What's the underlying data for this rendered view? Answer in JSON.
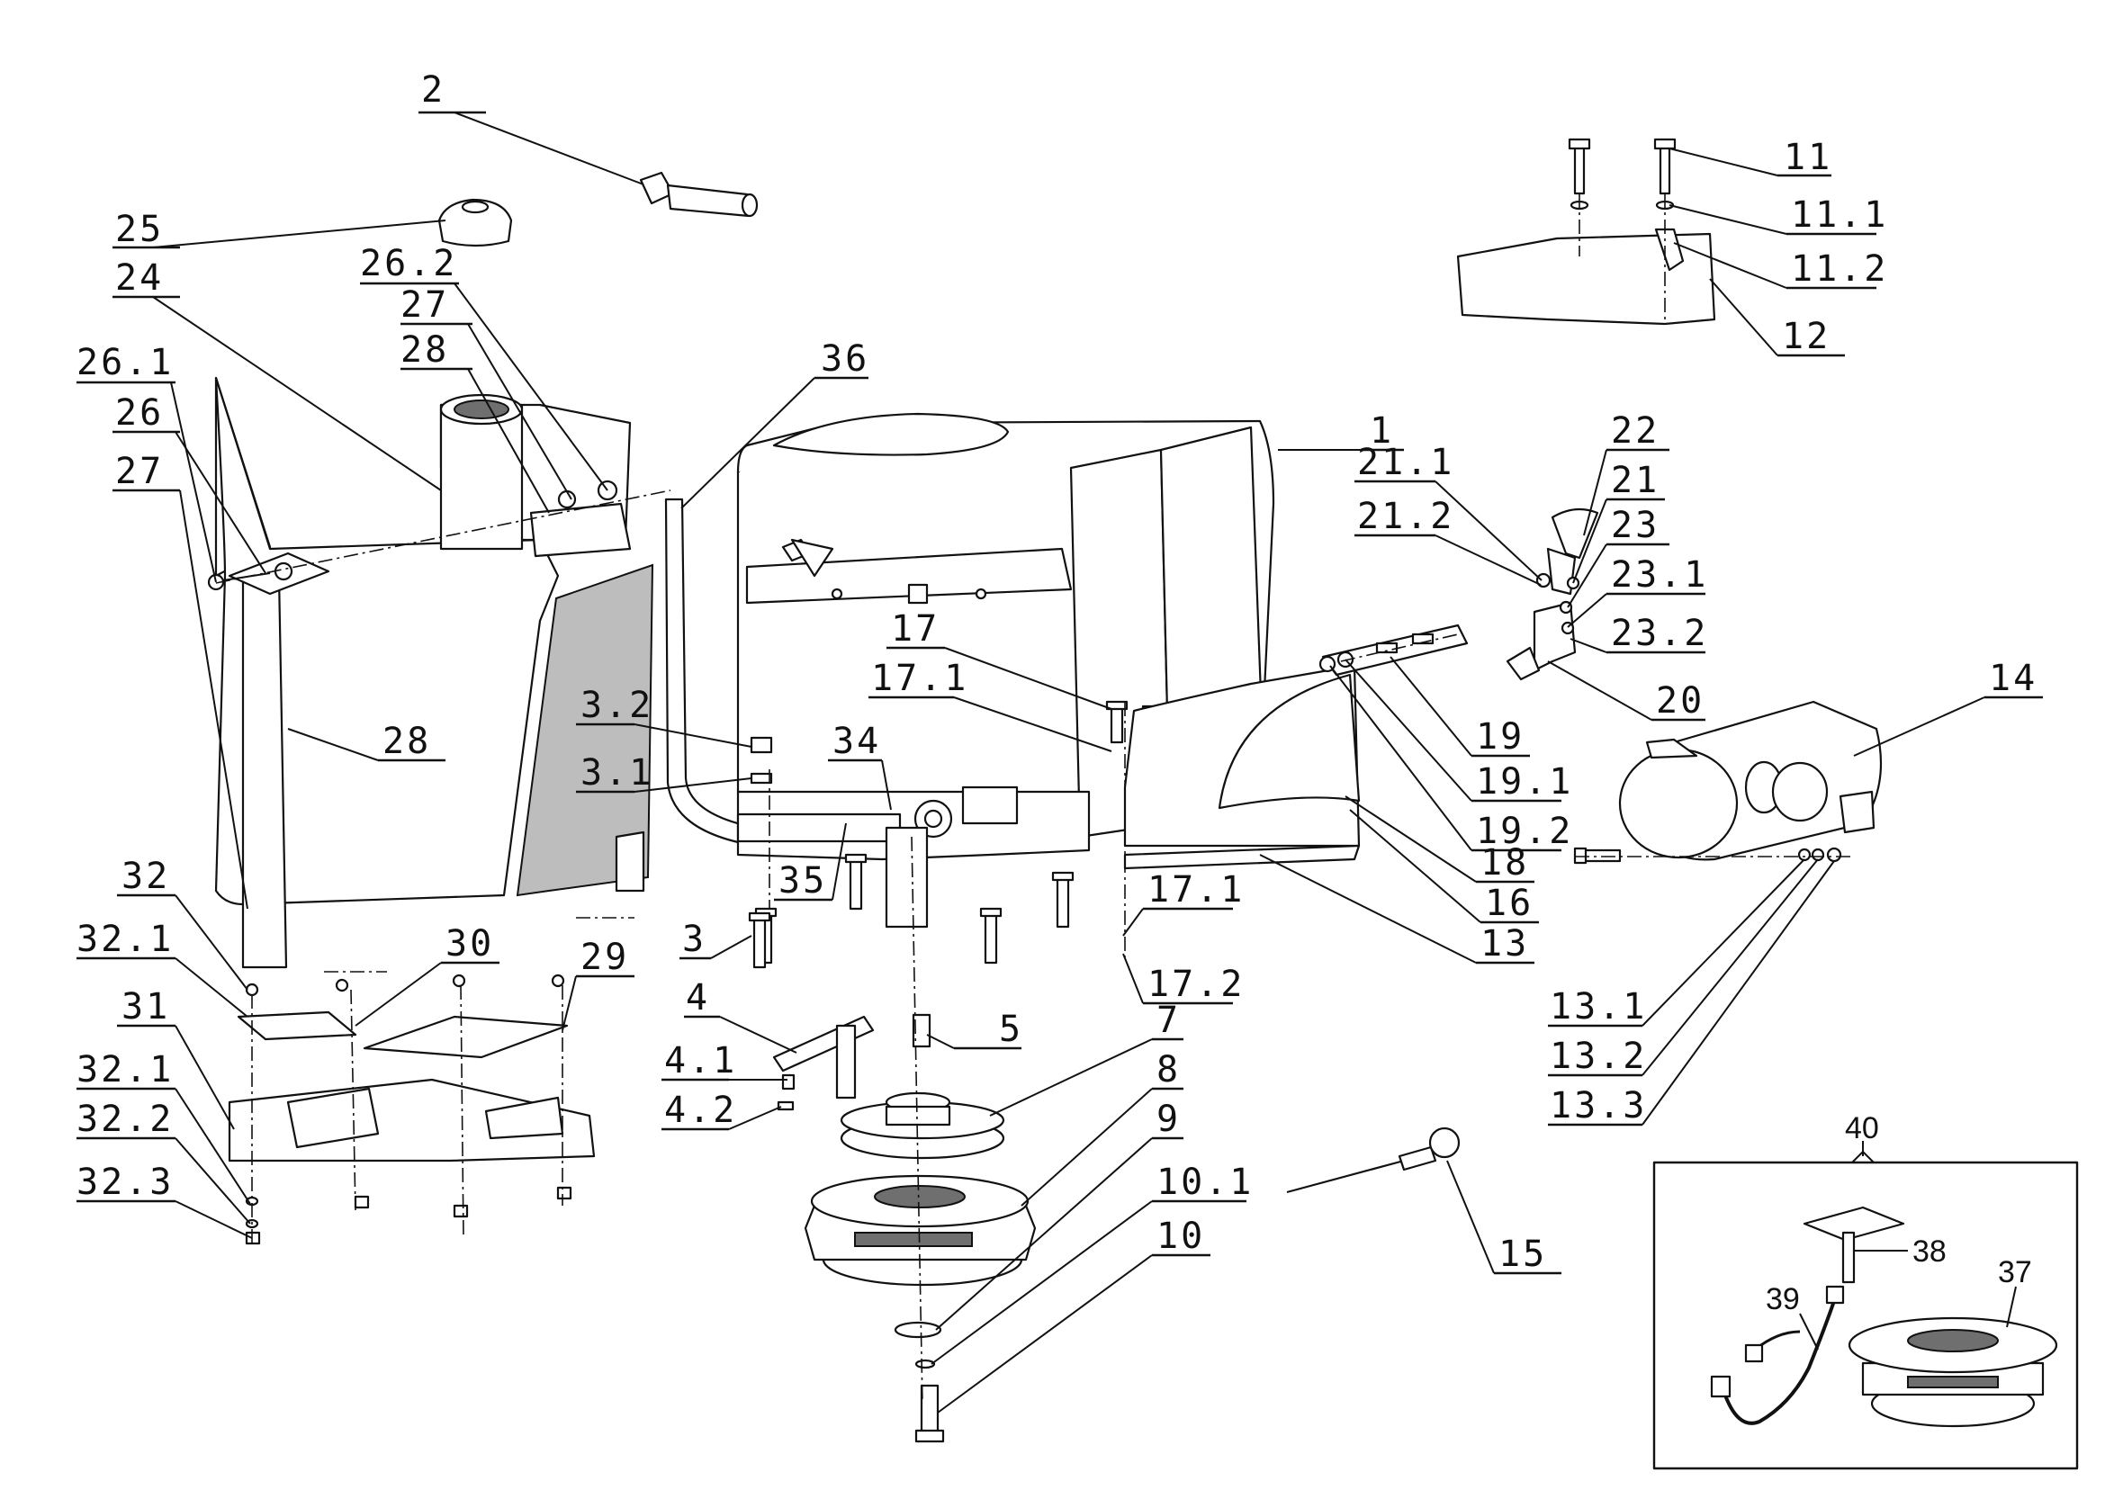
{
  "diagram": {
    "labels": [
      {
        "id": "2",
        "text": "2"
      },
      {
        "id": "25",
        "text": "25"
      },
      {
        "id": "24",
        "text": "24"
      },
      {
        "id": "26.2",
        "text": "26.2"
      },
      {
        "id": "27a",
        "text": "27"
      },
      {
        "id": "28a",
        "text": "28"
      },
      {
        "id": "26.1",
        "text": "26.1"
      },
      {
        "id": "26",
        "text": "26"
      },
      {
        "id": "27b",
        "text": "27"
      },
      {
        "id": "36",
        "text": "36"
      },
      {
        "id": "1",
        "text": "1"
      },
      {
        "id": "11",
        "text": "11"
      },
      {
        "id": "11.1",
        "text": "11.1"
      },
      {
        "id": "11.2",
        "text": "11.2"
      },
      {
        "id": "12",
        "text": "12"
      },
      {
        "id": "22",
        "text": "22"
      },
      {
        "id": "21.1",
        "text": "21.1"
      },
      {
        "id": "21",
        "text": "21"
      },
      {
        "id": "21.2",
        "text": "21.2"
      },
      {
        "id": "23",
        "text": "23"
      },
      {
        "id": "23.1",
        "text": "23.1"
      },
      {
        "id": "23.2",
        "text": "23.2"
      },
      {
        "id": "20",
        "text": "20"
      },
      {
        "id": "14",
        "text": "14"
      },
      {
        "id": "17",
        "text": "17"
      },
      {
        "id": "17.1a",
        "text": "17.1"
      },
      {
        "id": "28b",
        "text": "28"
      },
      {
        "id": "3.2",
        "text": "3.2"
      },
      {
        "id": "34",
        "text": "34"
      },
      {
        "id": "3.1",
        "text": "3.1"
      },
      {
        "id": "19",
        "text": "19"
      },
      {
        "id": "19.1",
        "text": "19.1"
      },
      {
        "id": "19.2",
        "text": "19.2"
      },
      {
        "id": "18",
        "text": "18"
      },
      {
        "id": "35",
        "text": "35"
      },
      {
        "id": "17.1b",
        "text": "17.1"
      },
      {
        "id": "16",
        "text": "16"
      },
      {
        "id": "13",
        "text": "13"
      },
      {
        "id": "32",
        "text": "32"
      },
      {
        "id": "30",
        "text": "30"
      },
      {
        "id": "29",
        "text": "29"
      },
      {
        "id": "32.1a",
        "text": "32.1"
      },
      {
        "id": "3",
        "text": "3"
      },
      {
        "id": "17.2",
        "text": "17.2"
      },
      {
        "id": "31",
        "text": "31"
      },
      {
        "id": "4",
        "text": "4"
      },
      {
        "id": "5",
        "text": "5"
      },
      {
        "id": "7",
        "text": "7"
      },
      {
        "id": "13.1",
        "text": "13.1"
      },
      {
        "id": "32.1b",
        "text": "32.1"
      },
      {
        "id": "4.1",
        "text": "4.1"
      },
      {
        "id": "8",
        "text": "8"
      },
      {
        "id": "13.2",
        "text": "13.2"
      },
      {
        "id": "32.2",
        "text": "32.2"
      },
      {
        "id": "4.2",
        "text": "4.2"
      },
      {
        "id": "9",
        "text": "9"
      },
      {
        "id": "13.3",
        "text": "13.3"
      },
      {
        "id": "32.3",
        "text": "32.3"
      },
      {
        "id": "10.1",
        "text": "10.1"
      },
      {
        "id": "10",
        "text": "10"
      },
      {
        "id": "15",
        "text": "15"
      },
      {
        "id": "40",
        "text": "40"
      },
      {
        "id": "38",
        "text": "38"
      },
      {
        "id": "37",
        "text": "37"
      },
      {
        "id": "39",
        "text": "39"
      }
    ]
  }
}
